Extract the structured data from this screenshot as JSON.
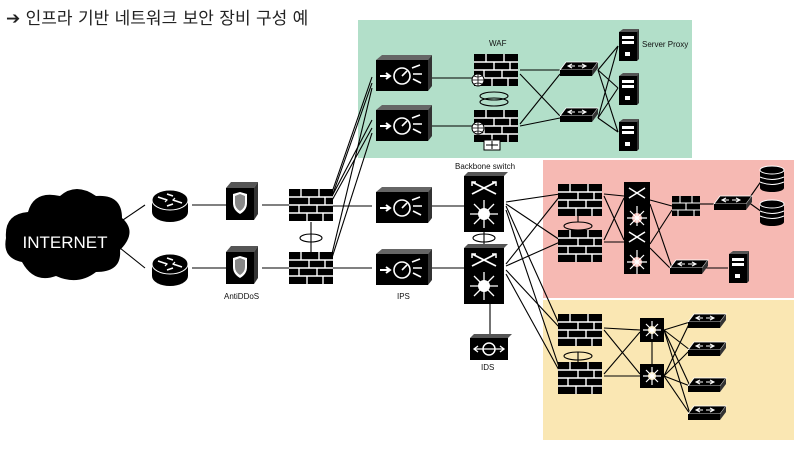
{
  "title": "➔ 인프라 기반 네트워크 보안 장비 구성 예",
  "labels": {
    "internet": "INTERNET",
    "waf": "WAF",
    "server_proxy": "Server Proxy",
    "backbone_switch": "Backbone switch",
    "antiddos": "AntiDDoS",
    "ips": "IPS",
    "ids": "IDS"
  },
  "zones": {
    "green": "#b2dfc9",
    "red": "#f6b9b3",
    "yellow": "#fae7b3"
  },
  "icons": {
    "router": "router-icon",
    "shield": "shield-icon",
    "firewall": "firewall-icon",
    "ips_device": "ips-device-icon",
    "switch": "switch-icon",
    "server": "server-icon",
    "database": "database-icon"
  }
}
